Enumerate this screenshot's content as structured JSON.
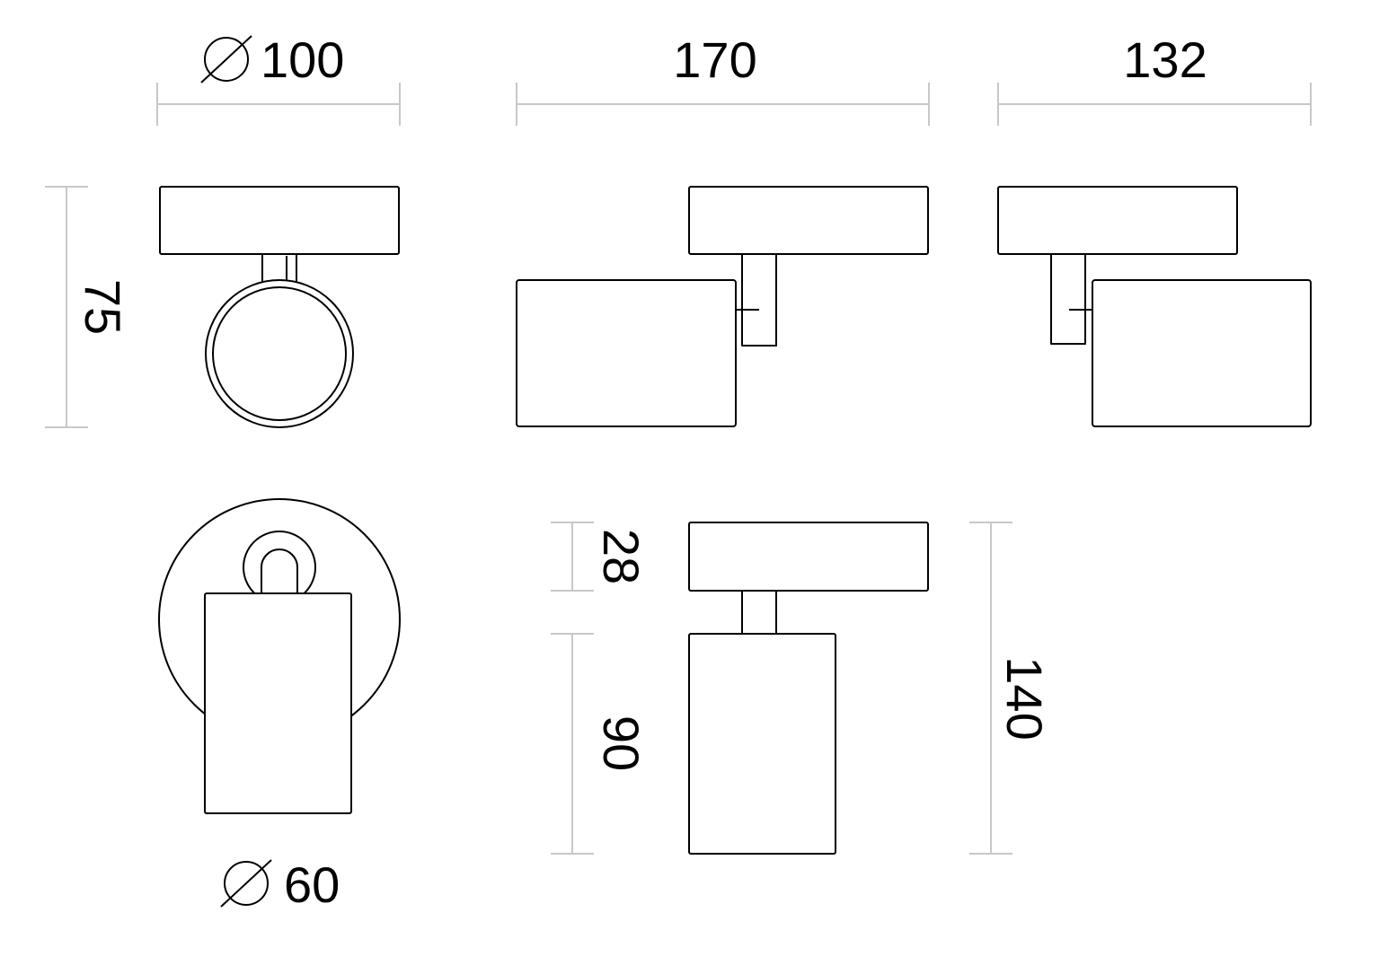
{
  "diagram": {
    "dimensions": {
      "top_view_diameter": "100",
      "side_view_length": "170",
      "rear_view_length": "132",
      "top_view_height": "75",
      "base_thickness": "28",
      "head_height": "90",
      "total_height": "140",
      "head_diameter": "60"
    },
    "colors": {
      "outline": "#000000",
      "dimension_line": "#c8c8c8",
      "background": "#ffffff"
    }
  }
}
